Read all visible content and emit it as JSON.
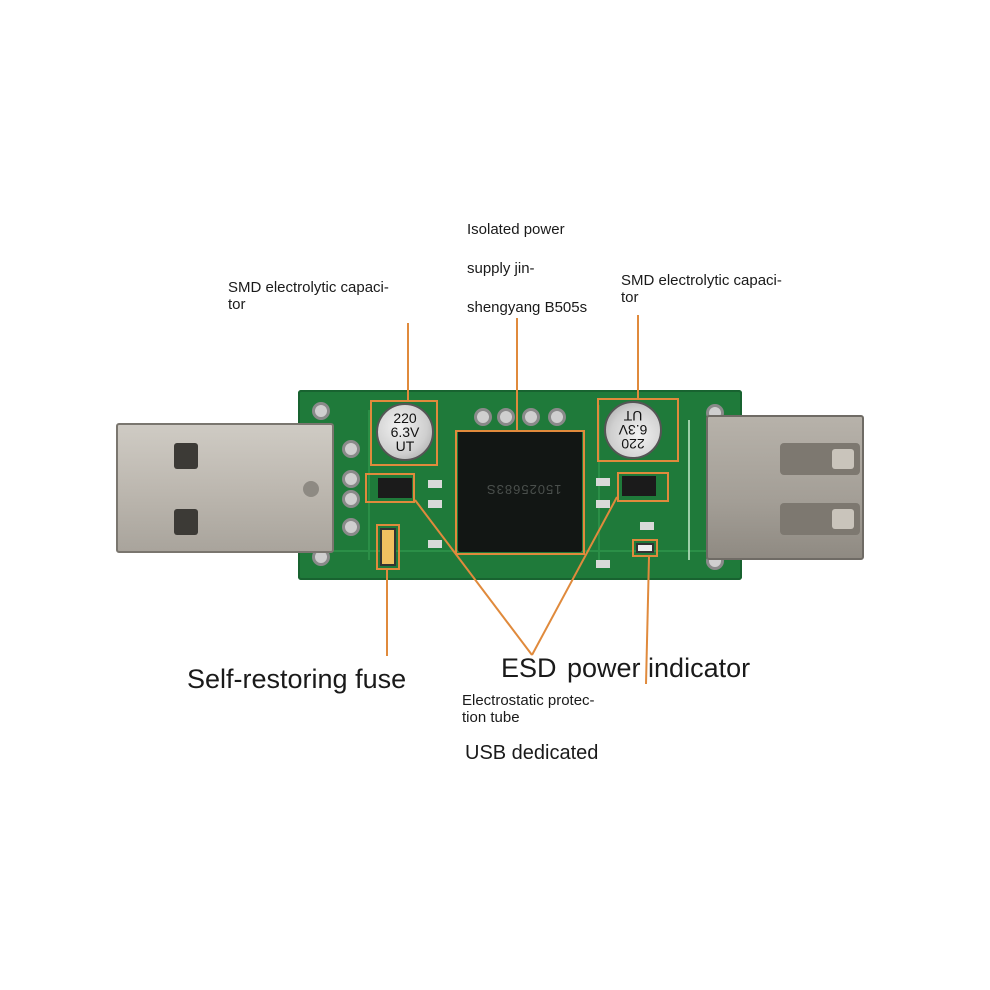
{
  "labels": {
    "cap_left": "SMD electrolytic capaci-\ntor",
    "isolated_power_line1": "Isolated power",
    "isolated_power_line2": "supply jin-",
    "isolated_power_line3": "shengyang B505s",
    "cap_right": "SMD electrolytic capaci-\ntor",
    "fuse": "Self-restoring fuse",
    "esd": "ESD",
    "power_indicator": "power indicator",
    "esd_desc": "Electrostatic protec-\ntion tube",
    "usb_dedicated": "USB dedicated"
  },
  "components": {
    "cap_left_marking": [
      "220",
      "6.3V",
      "UT"
    ],
    "cap_right_marking": [
      "220",
      "6.3V",
      "UT"
    ],
    "chip_code": "15025683S"
  },
  "colors": {
    "annotation": "#e08a3c",
    "pcb": "#1f7a3a",
    "text": "#1a1a1a"
  }
}
